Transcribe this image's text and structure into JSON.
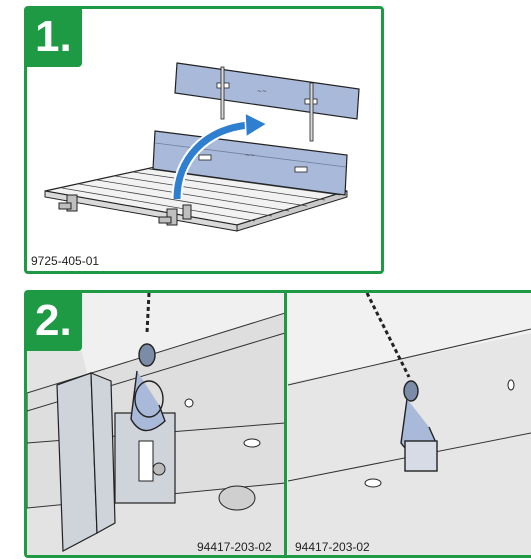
{
  "steps": [
    {
      "number": "1.",
      "code": "9725-405-01"
    },
    {
      "number": "2.",
      "codes": [
        "94417-203-02",
        "94417-203-02"
      ]
    }
  ],
  "colors": {
    "frame": "#1e9a45",
    "panel_blue": "#a9b9d9",
    "arrow_blue": "#2f7fd0"
  }
}
